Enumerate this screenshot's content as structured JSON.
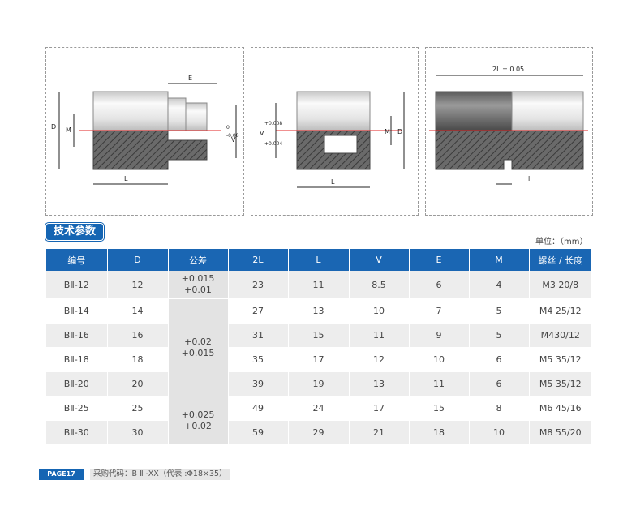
{
  "drawings": {
    "d1": {
      "label_E": "E",
      "label_D": "D",
      "label_M": "M",
      "label_L": "L",
      "label_V": "V",
      "tol_top": "0",
      "tol_bot": "-0.08"
    },
    "d2": {
      "label_V": "V",
      "tol_top": "+0.008",
      "tol_bot": "+0.004",
      "label_M": "M",
      "label_D": "D",
      "label_L": "L"
    },
    "d3": {
      "label_2L": "2L ± 0.05",
      "label_l": "l"
    }
  },
  "section_title": "技术参数",
  "unit": "单位：（mm）",
  "table": {
    "headers": [
      "编号",
      "D",
      "公差",
      "2L",
      "L",
      "V",
      "E",
      "M",
      "螺丝 / 长度"
    ],
    "rows": [
      {
        "code": "BⅡ-12",
        "D": "12",
        "tol": [
          "+0.015",
          "+0.01"
        ],
        "L2": "23",
        "L": "11",
        "V": "8.5",
        "E": "6",
        "M": "4",
        "screw": "M3 20/8"
      },
      {
        "code": "BⅡ-14",
        "D": "14",
        "tol": null,
        "L2": "27",
        "L": "13",
        "V": "10",
        "E": "7",
        "M": "5",
        "screw": "M4 25/12"
      },
      {
        "code": "BⅡ-16",
        "D": "16",
        "tol": [
          "+0.02",
          "+0.015"
        ],
        "L2": "31",
        "L": "15",
        "V": "11",
        "E": "9",
        "M": "5",
        "screw": "M430/12"
      },
      {
        "code": "BⅡ-18",
        "D": "18",
        "tol": null,
        "L2": "35",
        "L": "17",
        "V": "12",
        "E": "10",
        "M": "6",
        "screw": "M5 35/12"
      },
      {
        "code": "BⅡ-20",
        "D": "20",
        "tol": null,
        "L2": "39",
        "L": "19",
        "V": "13",
        "E": "11",
        "M": "6",
        "screw": "M5 35/12"
      },
      {
        "code": "BⅡ-25",
        "D": "25",
        "tol": [
          "+0.025",
          "+0.02"
        ],
        "L2": "49",
        "L": "24",
        "V": "17",
        "E": "15",
        "M": "8",
        "screw": "M6 45/16"
      },
      {
        "code": "BⅡ-30",
        "D": "30",
        "tol": null,
        "L2": "59",
        "L": "29",
        "V": "21",
        "E": "18",
        "M": "10",
        "screw": "M8 55/20"
      }
    ]
  },
  "footer": {
    "page": "PAGE17",
    "order": "采购代码：B Ⅱ -XX（代表 :Φ18×35）"
  },
  "colors": {
    "header_blue": "#1a66b3",
    "hatch": "#555555",
    "centerline": "#e02020"
  }
}
